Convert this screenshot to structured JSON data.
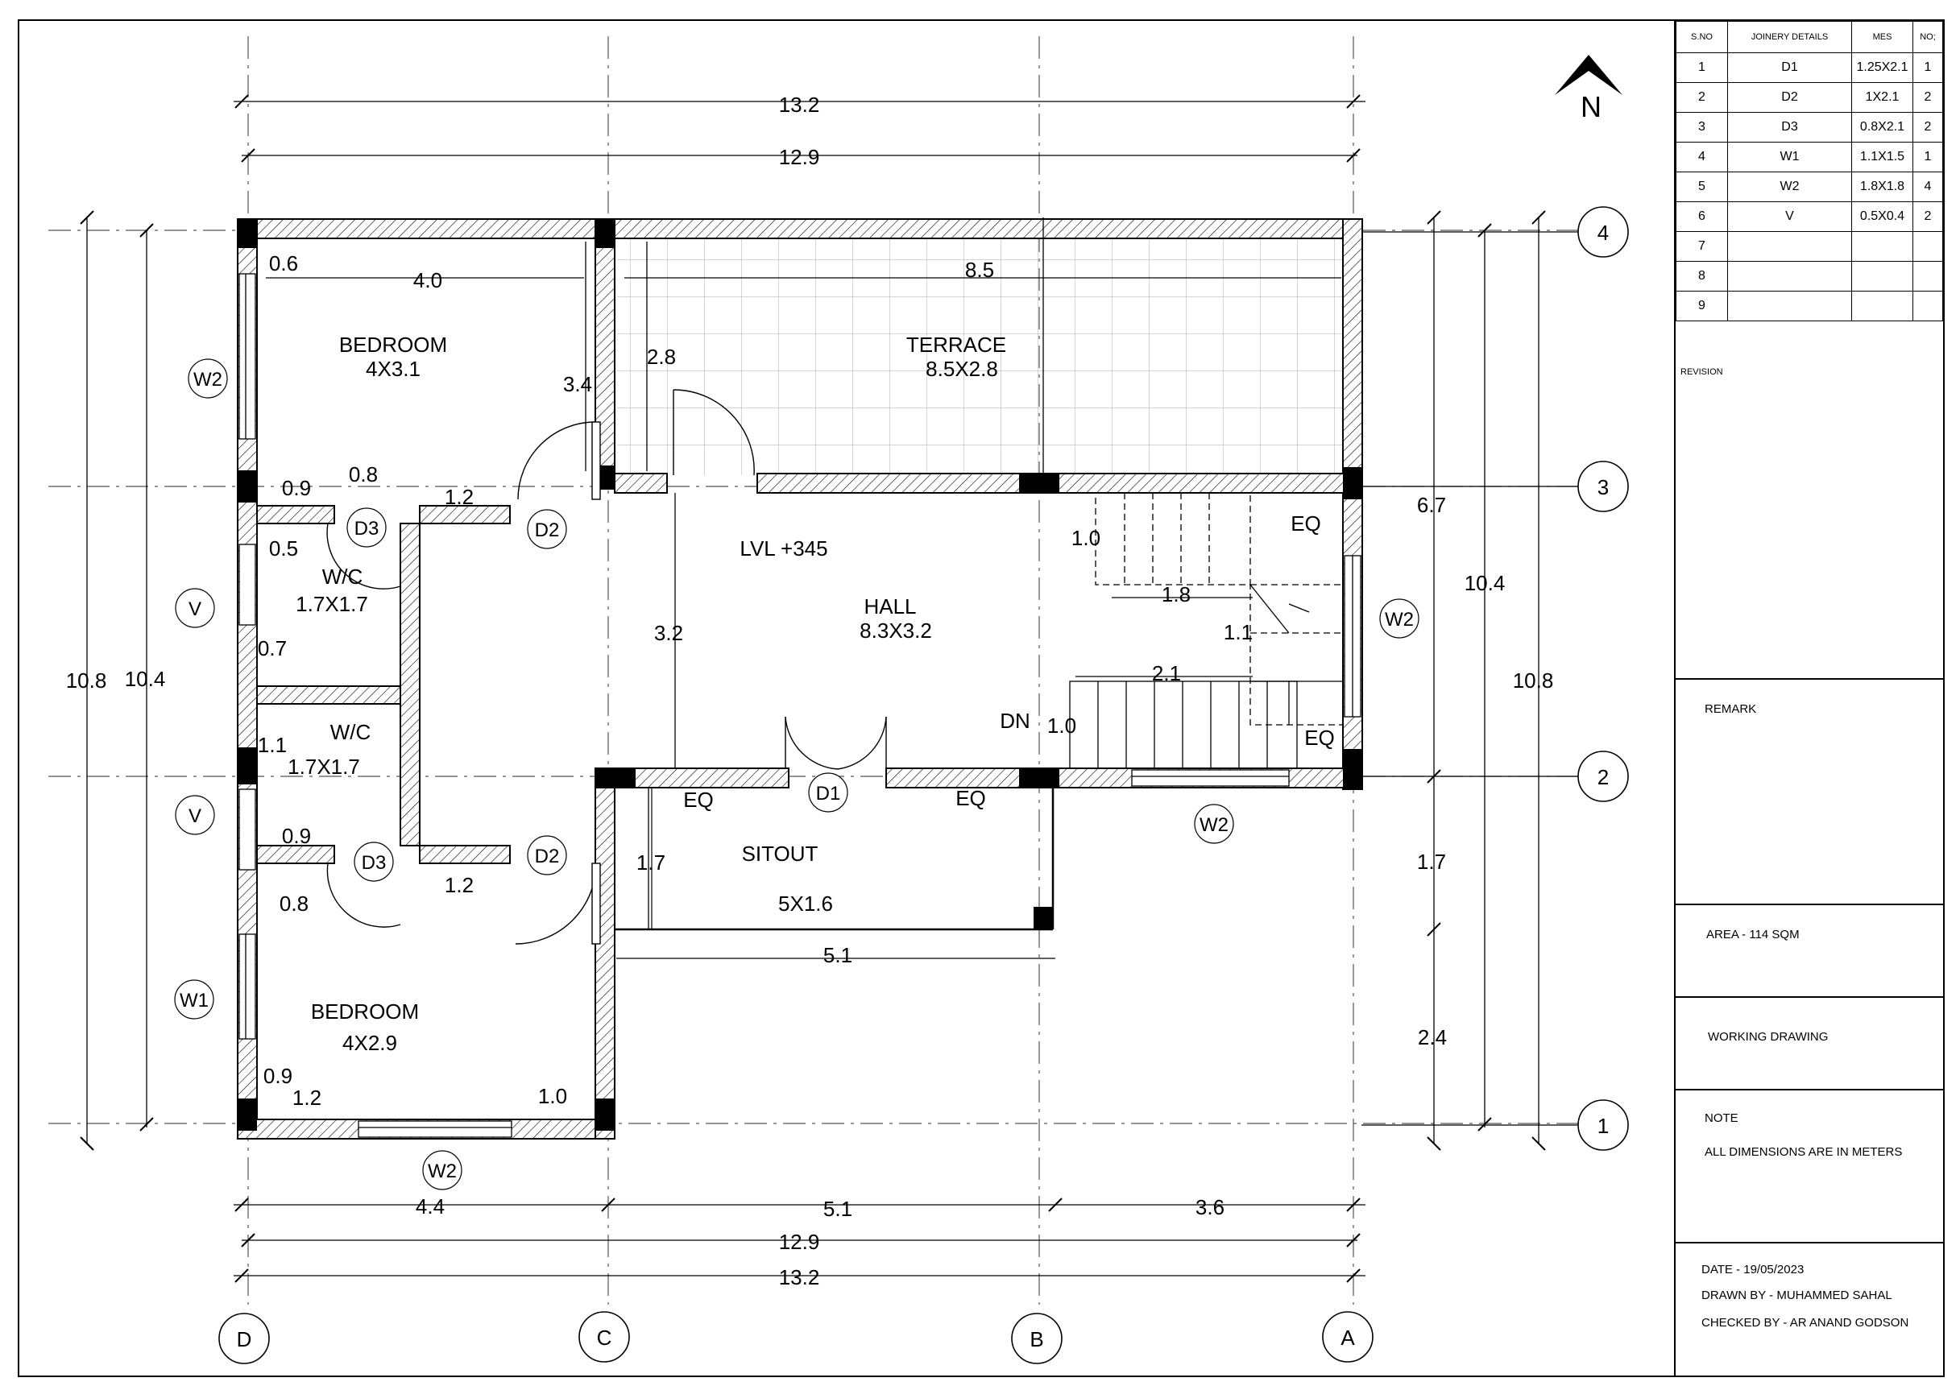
{
  "north": {
    "label": "N"
  },
  "grid_labels": {
    "g4": "4",
    "g3": "3",
    "g2": "2",
    "g1": "1",
    "gD": "D",
    "gC": "C",
    "gB": "B",
    "gA": "A"
  },
  "rooms": {
    "bedroom1_name": "BEDROOM",
    "bedroom1_size": "4X3.1",
    "terrace_name": "TERRACE",
    "terrace_size": "8.5X2.8",
    "wc1_name": "W/C",
    "wc1_size": "1.7X1.7",
    "wc2_name": "W/C",
    "wc2_size": "1.7X1.7",
    "hall_level": "LVL +345",
    "hall_name": "HALL",
    "hall_size": "8.3X3.2",
    "sitout_name": "SITOUT",
    "sitout_size": "5X1.6",
    "bedroom2_name": "BEDROOM",
    "bedroom2_size": "4X2.9",
    "stair_dn": "DN"
  },
  "tags": {
    "w2_left": "W2",
    "v_upper": "V",
    "v_lower": "V",
    "w1_left": "W1",
    "w2_bottom": "W2",
    "w2_right": "W2",
    "w2_front": "W2",
    "d3_upper": "D3",
    "d2_upper": "D2",
    "d3_lower": "D3",
    "d2_lower": "D2",
    "d1": "D1"
  },
  "dims": {
    "top_overall": "13.2",
    "top_inner": "12.9",
    "bottom_inner": "12.9",
    "bottom_overall": "13.2",
    "bottom_seg1": "4.4",
    "bottom_seg2": "5.1",
    "bottom_seg3": "3.6",
    "left_overall": "10.8",
    "left_inner": "10.4",
    "right_inner": "10.4",
    "right_overall": "10.8",
    "right_seg1": "6.7",
    "right_seg2": "1.7",
    "right_seg3": "2.4",
    "bed1_width": "4.0",
    "bed1_corner": "0.6",
    "bed1_height": "3.4",
    "terrace_width": "8.5",
    "terrace_depth": "2.8",
    "wc1_w1": "0.9",
    "wc1_w2": "0.8",
    "wc1_door": "1.2",
    "wc1_h1": "0.5",
    "wc1_h2": "0.7",
    "wc2_h": "1.1",
    "wc2_w": "0.9",
    "wc2_door": "1.2",
    "wc2_low": "0.8",
    "hall_height": "3.2",
    "stair_1_0": "1.0",
    "stair_1_8": "1.8",
    "stair_1_1": "1.1",
    "stair_2_1": "2.1",
    "stair_1_0b": "1.0",
    "eq_stair_top": "EQ",
    "eq_stair_bot": "EQ",
    "eq_front_left": "EQ",
    "eq_front_right": "EQ",
    "sitout_depth": "1.7",
    "sitout_width": "5.1",
    "bed2_corner": "0.9",
    "bed2_w1": "1.2",
    "bed2_w2": "1.0"
  },
  "title_block": {
    "headers": [
      "S.NO",
      "JOINERY  DETAILS",
      "MES",
      "NO;"
    ],
    "rows": [
      [
        "1",
        "D1",
        "1.25X2.1",
        "1"
      ],
      [
        "2",
        "D2",
        "1X2.1",
        "2"
      ],
      [
        "3",
        "D3",
        "0.8X2.1",
        "2"
      ],
      [
        "4",
        "W1",
        "1.1X1.5",
        "1"
      ],
      [
        "5",
        "W2",
        "1.8X1.8",
        "4"
      ],
      [
        "6",
        "V",
        "0.5X0.4",
        "2"
      ],
      [
        "7",
        "",
        "",
        ""
      ],
      [
        "8",
        "",
        "",
        ""
      ],
      [
        "9",
        "",
        "",
        ""
      ]
    ],
    "revision": "REVISION",
    "remark": "REMARK",
    "area": "AREA - 114 SQM",
    "drawing_type": "WORKING DRAWING",
    "note_title": "NOTE",
    "note_text": "ALL DIMENSIONS ARE IN METERS",
    "date": "DATE   -   19/05/2023",
    "drawn_by": "DRAWN BY - MUHAMMED SAHAL",
    "checked_by": "CHECKED BY -  AR ANAND GODSON"
  }
}
